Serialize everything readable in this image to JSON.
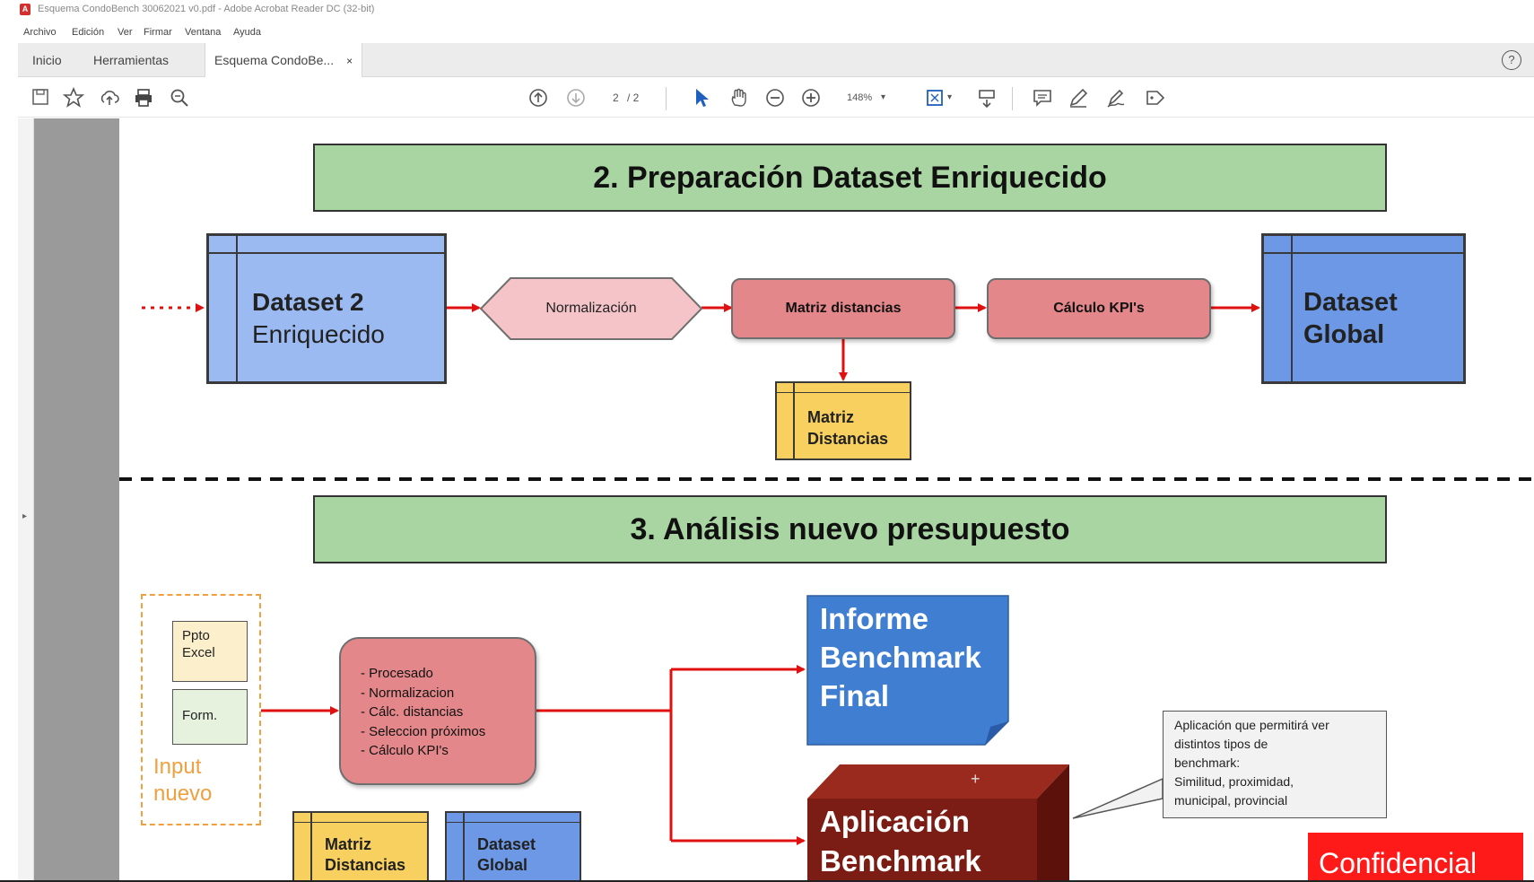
{
  "window": {
    "title": "Esquema CondoBench 30062021 v0.pdf - Adobe Acrobat Reader DC (32-bit)"
  },
  "menu": [
    "Archivo",
    "Edición",
    "Ver",
    "Firmar",
    "Ventana",
    "Ayuda"
  ],
  "tabs": {
    "home": "Inicio",
    "tools": "Herramientas",
    "document": "Esquema CondoBe...",
    "close": "×"
  },
  "help_label": "?",
  "toolbar": {
    "page_current": "2",
    "page_total": "/ 2",
    "zoom": "148%"
  },
  "icons": {
    "save": "save-icon",
    "bookmark": "star-icon",
    "upload": "cloud-upload-icon",
    "print": "print-icon",
    "search": "search-icon",
    "prev": "arrow-up-circle-icon",
    "next": "arrow-down-circle-icon",
    "select": "cursor-icon",
    "hand": "hand-icon",
    "zoom_out": "zoom-out-icon",
    "zoom_in": "zoom-in-icon",
    "fit": "fit-page-icon",
    "scroll": "scroll-mode-icon",
    "comment": "comment-icon",
    "highlight": "pen-icon",
    "sign": "sign-icon",
    "more_tools": "tag-icon"
  },
  "document": {
    "section2": {
      "banner": "2. Preparación Dataset Enriquecido",
      "dataset_in_line1": "Dataset 2",
      "dataset_in_line2": "Enriquecido",
      "step_normalizacion": "Normalización",
      "step_matriz": "Matriz distancias",
      "step_kpi": "Cálculo KPI's",
      "dataset_out_line1": "Dataset",
      "dataset_out_line2": "Global",
      "matriz_line1": "Matriz",
      "matriz_line2": "Distancias"
    },
    "section3": {
      "banner": "3. Análisis nuevo presupuesto",
      "input_doc1_line1": "Ppto",
      "input_doc1_line2": "Excel",
      "input_doc2": "Form.",
      "input_label_line1": "Input",
      "input_label_line2": "nuevo",
      "process_items": [
        "- Procesado",
        "- Normalizacion",
        "- Cálc. distancias",
        "- Seleccion próximos",
        "- Cálculo KPI's"
      ],
      "bottom_matriz_line1": "Matriz",
      "bottom_matriz_line2": "Distancias",
      "bottom_dataset_line1": "Dataset",
      "bottom_dataset_line2": "Global",
      "informe_line1": "Informe",
      "informe_line2": "Benchmark",
      "informe_line3": "Final",
      "app_line1": "Aplicación",
      "app_line2": "Benchmark",
      "note_lines": [
        "Aplicación que permitirá ver",
        "distintos tipos de",
        "benchmark:",
        "Similitud, proximidad,",
        "municipal, provincial"
      ],
      "confidential": "Confidencial"
    }
  },
  "colors": {
    "banner_green": "#a8d5a2",
    "dataset_blue": "#9cbaf2",
    "dataset_blue_dark": "#6c98e6",
    "matrix_yellow": "#f7d060",
    "process_red": "#e4878a",
    "normalize_pink": "#f4c4c8",
    "informe_blue": "#3f7ed0",
    "app_maroon": "#7b1d14",
    "arrow_red": "#e01010",
    "input_orange": "#f0a040"
  }
}
